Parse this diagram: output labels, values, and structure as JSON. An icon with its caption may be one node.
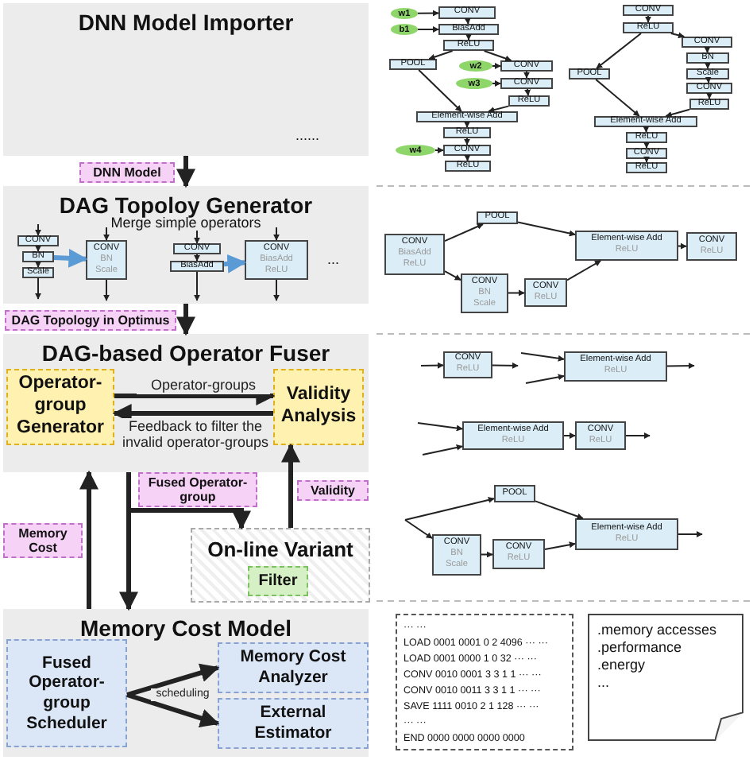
{
  "diagram": {
    "nodes": [
      {
        "text": [
          "DNN Model Importer"
        ]
      },
      {
        "text": [
          "DAG Topoloy Generator",
          "Merge simple operators"
        ]
      },
      {
        "text": [
          "CONV"
        ],
        "in": 1
      },
      {
        "text": [
          "BN"
        ],
        "in": 1
      },
      {
        "text": [
          "Scale"
        ],
        "in": 1
      },
      {
        "text": [
          "CONV",
          "BN",
          "Scale"
        ],
        "in": 1
      },
      {
        "text": [
          "CONV"
        ],
        "in": 1
      },
      {
        "text": [
          "BiasAdd"
        ],
        "in": 1
      },
      {
        "text": [
          "CONV",
          "BiasAdd",
          "ReLU"
        ],
        "in": 1
      },
      {
        "text": [
          "DAG-based Operator Fuser"
        ]
      },
      {
        "text": [
          "Operator-group Generator"
        ],
        "in": 9
      },
      {
        "text": [
          "Validity Analysis"
        ],
        "in": 9
      },
      {
        "text": [
          "On-line Variant"
        ]
      },
      {
        "text": [
          "Filter"
        ],
        "in": 12
      },
      {
        "text": [
          "Memory Cost Model"
        ]
      },
      {
        "text": [
          "Fused Operator-group Scheduler"
        ],
        "in": 14
      },
      {
        "text": [
          "Memory Cost Analyzer"
        ],
        "in": 14
      },
      {
        "text": [
          "External Estimator"
        ],
        "in": 14
      },
      {
        "text": [
          "w1"
        ]
      },
      {
        "text": [
          "CONV"
        ]
      },
      {
        "text": [
          "b1"
        ]
      },
      {
        "text": [
          "BiasAdd"
        ]
      },
      {
        "text": [
          "ReLU"
        ]
      },
      {
        "text": [
          "POOL"
        ]
      },
      {
        "text": [
          "w2"
        ]
      },
      {
        "text": [
          "CONV"
        ]
      },
      {
        "text": [
          "w3"
        ]
      },
      {
        "text": [
          "CONV"
        ]
      },
      {
        "text": [
          "ReLU"
        ]
      },
      {
        "text": [
          "Element-wise Add"
        ]
      },
      {
        "text": [
          "ReLU"
        ]
      },
      {
        "text": [
          "w4"
        ]
      },
      {
        "text": [
          "CONV"
        ]
      },
      {
        "text": [
          "ReLU"
        ]
      },
      {
        "text": [
          "CONV"
        ]
      },
      {
        "text": [
          "ReLU"
        ]
      },
      {
        "text": [
          "POOL"
        ]
      },
      {
        "text": [
          "CONV"
        ]
      },
      {
        "text": [
          "BN"
        ]
      },
      {
        "text": [
          "Scale"
        ]
      },
      {
        "text": [
          "CONV"
        ]
      },
      {
        "text": [
          "ReLU"
        ]
      },
      {
        "text": [
          "Element-wise Add"
        ]
      },
      {
        "text": [
          "ReLU"
        ]
      },
      {
        "text": [
          "CONV"
        ]
      },
      {
        "text": [
          "ReLU"
        ]
      },
      {
        "text": [
          "CONV",
          "BiasAdd",
          "ReLU"
        ]
      },
      {
        "text": [
          "POOL"
        ]
      },
      {
        "text": [
          "Element-wise Add",
          "ReLU"
        ]
      },
      {
        "text": [
          "CONV",
          "ReLU"
        ]
      },
      {
        "text": [
          "CONV",
          "BN",
          "Scale"
        ]
      },
      {
        "text": [
          "CONV",
          "ReLU"
        ]
      },
      {
        "text": [
          "CONV",
          "ReLU"
        ]
      },
      {
        "text": [
          "Element-wise Add",
          "ReLU"
        ]
      },
      {
        "text": [
          "Element-wise Add",
          "ReLU"
        ]
      },
      {
        "text": [
          "CONV",
          "ReLU"
        ]
      },
      {
        "text": [
          "POOL"
        ]
      },
      {
        "text": [
          "Element-wise Add",
          "ReLU"
        ]
      },
      {
        "text": [
          "CONV",
          "BN",
          "Scale"
        ]
      },
      {
        "text": [
          "CONV",
          "ReLU"
        ]
      },
      {
        "text": [
          "··· ···",
          "LOAD 0001 0001 0 2 4096 ··· ···",
          "LOAD 0001 0000 1 0 32 ··· ···",
          "CONV 0010 0001 3 3 1 1 ··· ···",
          "CONV 0010 0011 3 3 1 1 ··· ···",
          "SAVE 1111 0010 2 1 128 ··· ···",
          "··· ···",
          "END 0000 0000 0000 0000"
        ]
      },
      {
        "text": [
          ".memory accesses",
          ".performance",
          ".energy",
          "..."
        ]
      }
    ],
    "edges": [
      {
        "from": 0,
        "to": 1,
        "arrow": "to",
        "label": "DNN Model",
        "style": "thick"
      },
      {
        "from": null,
        "to": 2,
        "arrow": "to"
      },
      {
        "from": 2,
        "to": 3,
        "arrow": "to"
      },
      {
        "from": 3,
        "to": 4,
        "arrow": "to"
      },
      {
        "from": 4,
        "to": null,
        "arrow": "to"
      },
      {
        "from": 3,
        "to": 5,
        "arrow": "to",
        "color": "#5b9bd5",
        "style": "thick"
      },
      {
        "from": null,
        "to": 5,
        "arrow": "to"
      },
      {
        "from": 5,
        "to": null,
        "arrow": "to"
      },
      {
        "from": null,
        "to": 6,
        "arrow": "to"
      },
      {
        "from": 6,
        "to": 7,
        "arrow": "to"
      },
      {
        "from": 7,
        "to": null,
        "arrow": "to"
      },
      {
        "from": 7,
        "to": 8,
        "arrow": "to",
        "color": "#5b9bd5",
        "style": "thick"
      },
      {
        "from": null,
        "to": 8,
        "arrow": "to"
      },
      {
        "from": 8,
        "to": null,
        "arrow": "to"
      },
      {
        "from": 1,
        "to": 9,
        "arrow": "to",
        "label": "DAG Topology in Optimus",
        "style": "thick"
      },
      {
        "from": 10,
        "to": 11,
        "arrow": "to",
        "label": "Operator-groups",
        "style": "thick"
      },
      {
        "from": 11,
        "to": 10,
        "arrow": "to",
        "label": "Feedback to filter the invalid operator-groups",
        "style": "thick"
      },
      {
        "from": 9,
        "to": 12,
        "arrow": "to",
        "label": "Fused Operator-group",
        "style": "thick"
      },
      {
        "from": 9,
        "to": 14,
        "arrow": "to",
        "style": "thick"
      },
      {
        "from": 12,
        "to": 11,
        "arrow": "to",
        "label": "Validity",
        "style": "thick"
      },
      {
        "from": 14,
        "to": 9,
        "arrow": "to",
        "label": "Memory Cost",
        "style": "thick"
      },
      {
        "from": 15,
        "to": 16,
        "arrow": "to",
        "label": "scheduling",
        "style": "thick"
      },
      {
        "from": 15,
        "to": 17,
        "arrow": "to",
        "style": "thick"
      },
      {
        "from": 18,
        "to": 19,
        "arrow": "to"
      },
      {
        "from": 19,
        "to": 21,
        "arrow": "to"
      },
      {
        "from": 20,
        "to": 21,
        "arrow": "to"
      },
      {
        "from": 21,
        "to": 22,
        "arrow": "to"
      },
      {
        "from": 22,
        "to": 23,
        "arrow": "to"
      },
      {
        "from": 22,
        "to": 25,
        "arrow": "to"
      },
      {
        "from": 24,
        "to": 25,
        "arrow": "to"
      },
      {
        "from": 25,
        "to": 27,
        "arrow": "to"
      },
      {
        "from": 26,
        "to": 27,
        "arrow": "to"
      },
      {
        "from": 27,
        "to": 28,
        "arrow": "to"
      },
      {
        "from": 23,
        "to": 29,
        "arrow": "to"
      },
      {
        "from": 28,
        "to": 29,
        "arrow": "to"
      },
      {
        "from": 29,
        "to": 30,
        "arrow": "to"
      },
      {
        "from": 30,
        "to": 32,
        "arrow": "to"
      },
      {
        "from": 31,
        "to": 32,
        "arrow": "to"
      },
      {
        "from": 32,
        "to": 33,
        "arrow": "to"
      },
      {
        "from": 34,
        "to": 35,
        "arrow": "to"
      },
      {
        "from": 35,
        "to": 37,
        "arrow": "to"
      },
      {
        "from": 35,
        "to": 36,
        "arrow": "to"
      },
      {
        "from": 37,
        "to": 38,
        "arrow": "to"
      },
      {
        "from": 38,
        "to": 39,
        "arrow": "to"
      },
      {
        "from": 39,
        "to": 40,
        "arrow": "to"
      },
      {
        "from": 40,
        "to": 41,
        "arrow": "to"
      },
      {
        "from": 36,
        "to": 42,
        "arrow": "to"
      },
      {
        "from": 41,
        "to": 42,
        "arrow": "to"
      },
      {
        "from": 42,
        "to": 43,
        "arrow": "to"
      },
      {
        "from": 43,
        "to": 44,
        "arrow": "to"
      },
      {
        "from": 44,
        "to": 45,
        "arrow": "to"
      },
      {
        "from": 46,
        "to": 47,
        "arrow": "to"
      },
      {
        "from": 46,
        "to": 50,
        "arrow": "to"
      },
      {
        "from": 50,
        "to": 51,
        "arrow": "to"
      },
      {
        "from": 47,
        "to": 48,
        "arrow": "to"
      },
      {
        "from": 51,
        "to": 48,
        "arrow": "to"
      },
      {
        "from": 48,
        "to": 49,
        "arrow": "to"
      },
      {
        "from": null,
        "to": 52,
        "arrow": "to"
      },
      {
        "from": 52,
        "to": null,
        "arrow": "to"
      },
      {
        "from": null,
        "to": 53,
        "arrow": "to"
      },
      {
        "from": null,
        "to": 53,
        "arrow": "to"
      },
      {
        "from": 53,
        "to": null,
        "arrow": "to"
      },
      {
        "from": null,
        "to": 54,
        "arrow": "to"
      },
      {
        "from": null,
        "to": 54,
        "arrow": "to"
      },
      {
        "from": 54,
        "to": 55,
        "arrow": "to"
      },
      {
        "from": 55,
        "to": null,
        "arrow": "to"
      },
      {
        "from": null,
        "to": 56,
        "arrow": "to"
      },
      {
        "from": null,
        "to": 58,
        "arrow": "to"
      },
      {
        "from": 58,
        "to": 59,
        "arrow": "to"
      },
      {
        "from": 56,
        "to": 57,
        "arrow": "to"
      },
      {
        "from": 59,
        "to": 57,
        "arrow": "to"
      },
      {
        "from": 57,
        "to": null,
        "arrow": "to"
      }
    ],
    "labels": [
      "......",
      "..."
    ]
  }
}
